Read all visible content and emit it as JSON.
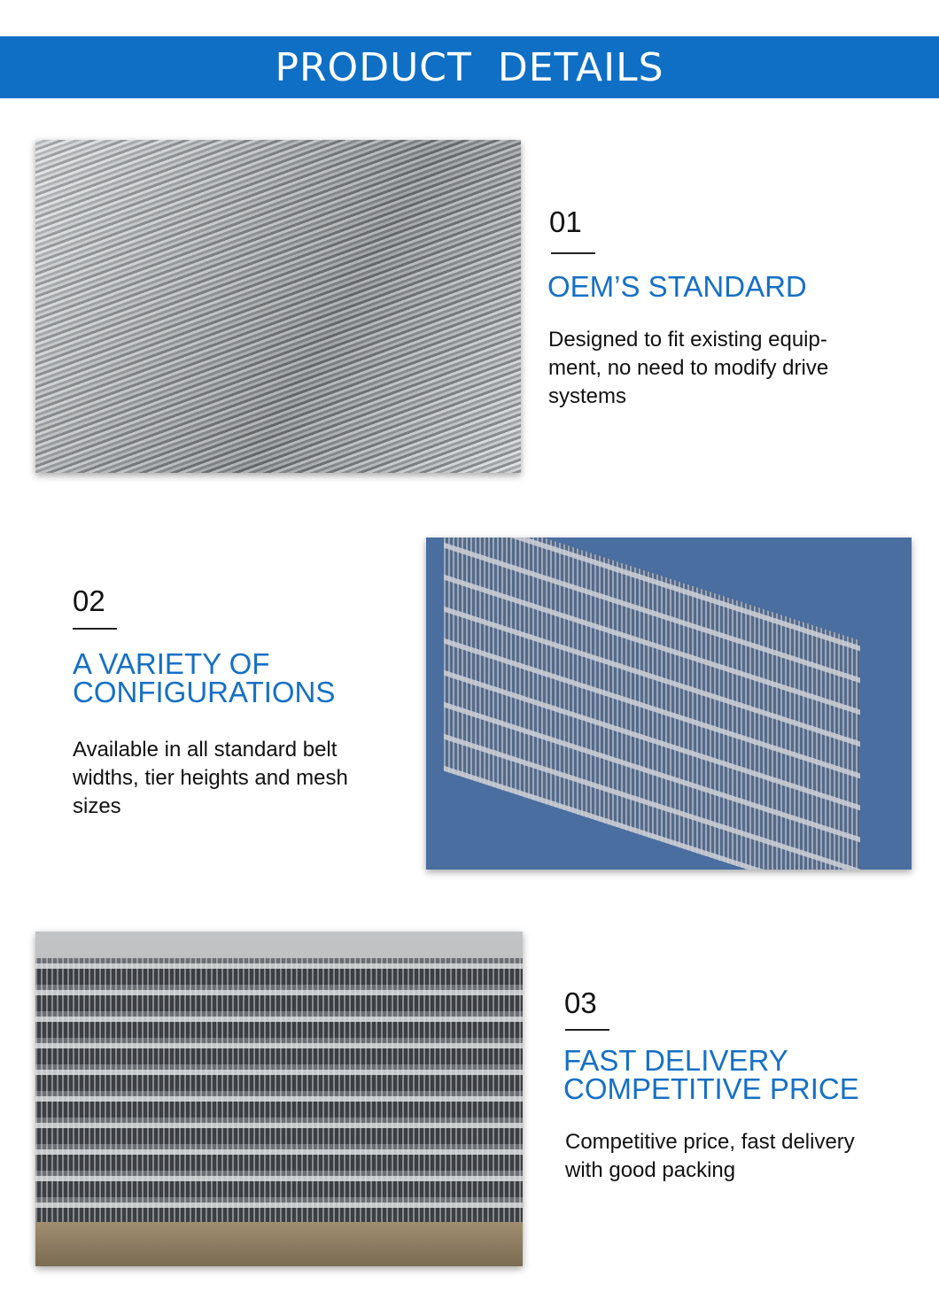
{
  "header": {
    "title": "PRODUCT DETAILS"
  },
  "colors": {
    "banner": "#0E6FC5",
    "accent": "#1670C4"
  },
  "sections": [
    {
      "number": "01",
      "title_lines": [
        "OEM’S STANDARD"
      ],
      "desc_lines": [
        "Designed to fit existing equip-",
        "ment, no need to modify drive",
        "systems"
      ]
    },
    {
      "number": "02",
      "title_lines": [
        "A VARIETY OF",
        "CONFIGURATIONS"
      ],
      "desc_lines": [
        "Available in all standard belt",
        "widths, tier heights and mesh",
        "sizes"
      ]
    },
    {
      "number": "03",
      "title_lines": [
        "FAST DELIVERY",
        "COMPETITIVE PRICE"
      ],
      "desc_lines": [
        "Competitive price, fast delivery",
        "with good packing"
      ]
    }
  ]
}
